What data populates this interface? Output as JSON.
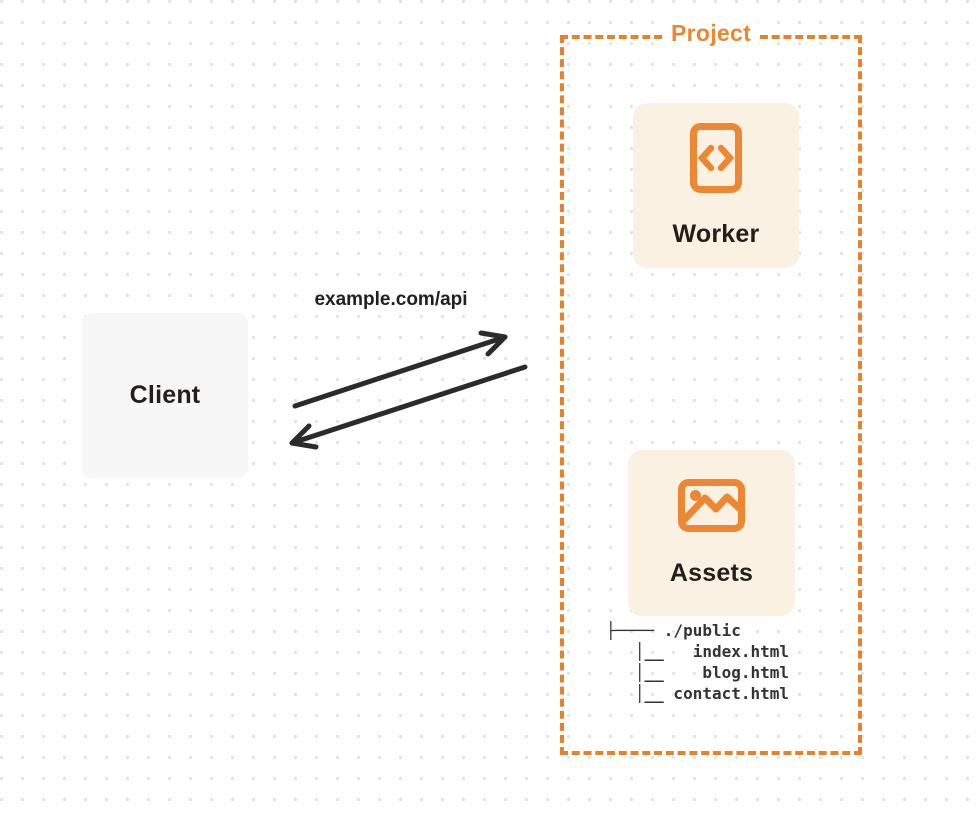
{
  "diagram": {
    "client": {
      "label": "Client"
    },
    "request": {
      "url_label": "example.com/api"
    },
    "project": {
      "label": "Project",
      "worker": {
        "label": "Worker",
        "icon": "code-file-icon"
      },
      "assets": {
        "label": "Assets",
        "icon": "image-icon"
      },
      "file_tree": {
        "root": "./public",
        "files": [
          "index.html",
          "blog.html",
          "contact.html"
        ],
        "lines": [
          "├──── ./public",
          "   │__   index.html",
          "   │__    blog.html",
          "   │__ contact.html"
        ]
      }
    },
    "colors": {
      "accent_orange": "#e8812b",
      "card_cream": "#fbf1e3",
      "card_gray": "#f7f7f7",
      "arrow_ink": "#2b2b2b",
      "text_ink": "#241f1a",
      "dot_grid": "#e4e4e4"
    }
  }
}
